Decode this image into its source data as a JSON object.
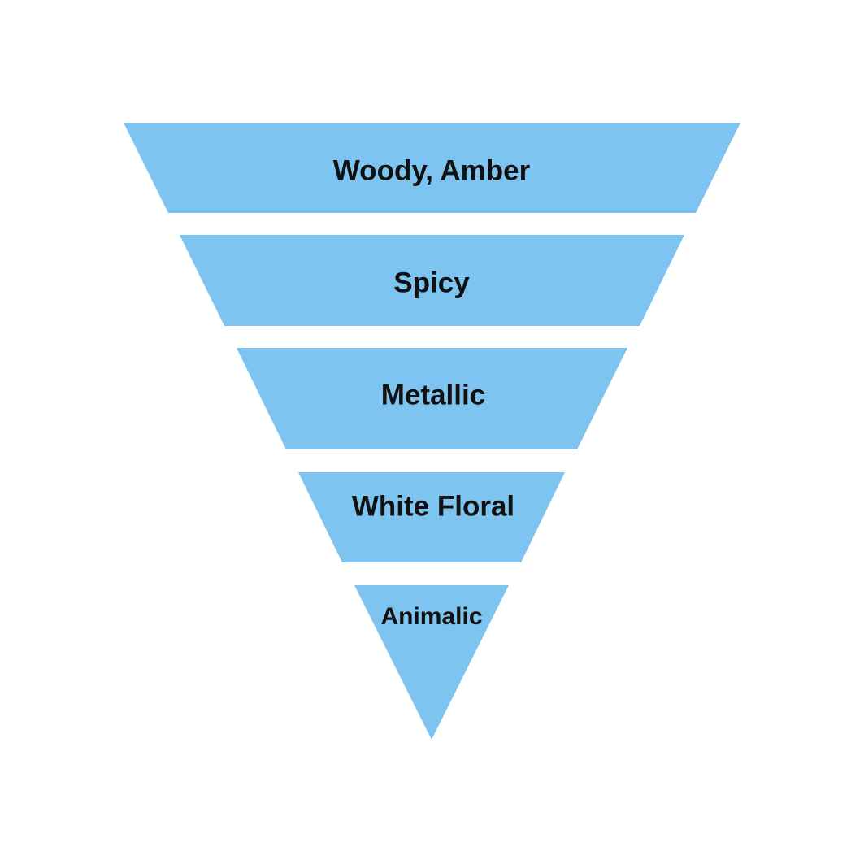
{
  "diagram": {
    "type": "inverted-pyramid",
    "fill_color": "#7DC5F0",
    "text_color": "#111111",
    "tiers": [
      {
        "label": "Woody, Amber"
      },
      {
        "label": "Spicy"
      },
      {
        "label": "Metallic"
      },
      {
        "label": "White Floral"
      },
      {
        "label": "Animalic"
      }
    ]
  }
}
